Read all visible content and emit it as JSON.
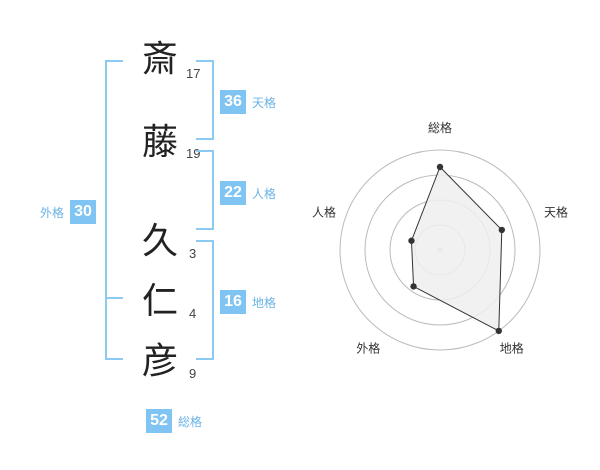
{
  "name": {
    "characters": [
      {
        "char": "斎",
        "strokes": "17"
      },
      {
        "char": "藤",
        "strokes": "19"
      },
      {
        "char": "久",
        "strokes": "3"
      },
      {
        "char": "仁",
        "strokes": "4"
      },
      {
        "char": "彦",
        "strokes": "9"
      }
    ]
  },
  "fortunes": {
    "tenkaku": {
      "value": "36",
      "label": "天格"
    },
    "jinkaku": {
      "value": "22",
      "label": "人格"
    },
    "chikaku": {
      "value": "16",
      "label": "地格"
    },
    "gaikaku": {
      "value": "30",
      "label": "外格"
    },
    "soukaku": {
      "value": "52",
      "label": "総格"
    }
  },
  "radar": {
    "axes": [
      "総格",
      "天格",
      "地格",
      "外格",
      "人格"
    ],
    "rings": 4,
    "values": [
      0.83,
      0.65,
      1.0,
      0.45,
      0.3
    ],
    "colors": {
      "ring": "#bbbbbb",
      "fill": "#efefef",
      "line": "#333333",
      "center": "#cccccc"
    }
  }
}
